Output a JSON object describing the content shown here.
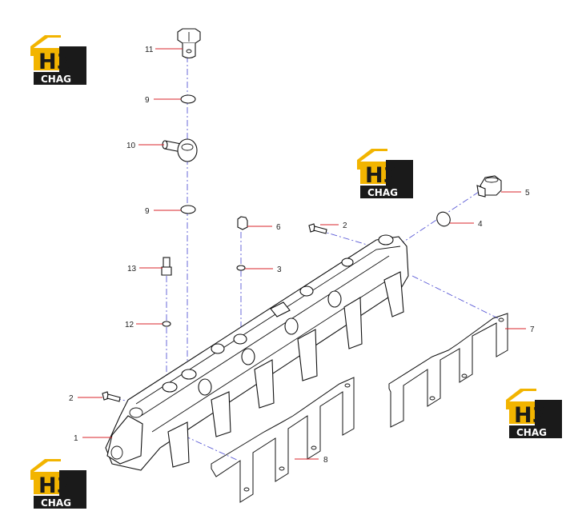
{
  "callouts": [
    {
      "id": "c11",
      "text": "11"
    },
    {
      "id": "c9a",
      "text": "9"
    },
    {
      "id": "c10",
      "text": "10"
    },
    {
      "id": "c9b",
      "text": "9"
    },
    {
      "id": "c6",
      "text": "6"
    },
    {
      "id": "c2a",
      "text": "2"
    },
    {
      "id": "c5",
      "text": "5"
    },
    {
      "id": "c4",
      "text": "4"
    },
    {
      "id": "c13",
      "text": "13"
    },
    {
      "id": "c3",
      "text": "3"
    },
    {
      "id": "c12",
      "text": "12"
    },
    {
      "id": "c7",
      "text": "7"
    },
    {
      "id": "c2b",
      "text": "2"
    },
    {
      "id": "c1",
      "text": "1"
    },
    {
      "id": "c8",
      "text": "8"
    }
  ],
  "logo": {
    "letters": "H3",
    "brand": "CHAG",
    "colors": {
      "roof": "#f2b400",
      "dark": "#1a1a1a",
      "accent": "#f2b400"
    }
  },
  "colors": {
    "leader": "#d9252b",
    "axis": "#5a5ad6",
    "line": "#111111"
  }
}
